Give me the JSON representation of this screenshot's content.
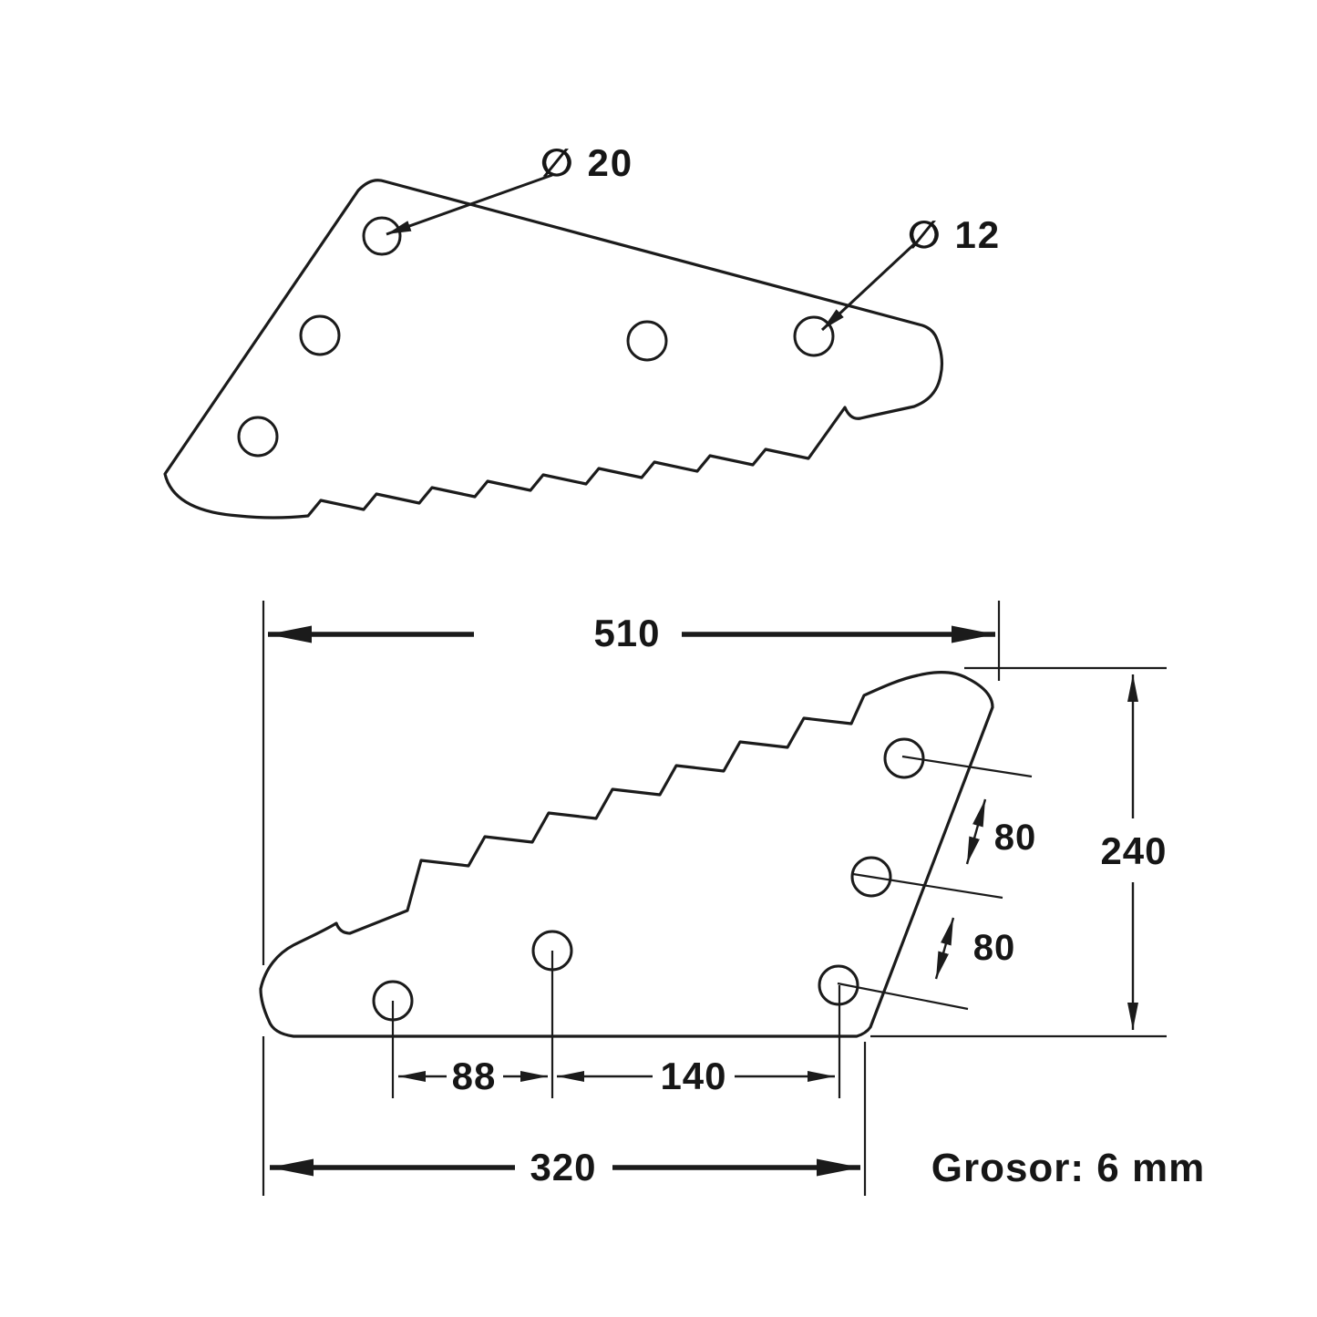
{
  "drawing": {
    "description": "Two-view technical drawing of a serrated feed-mixer blade",
    "colors": {
      "ink": "#1b1b1b",
      "background": "#ffffff"
    },
    "top_view": {
      "callouts": {
        "hole_large_diameter": "∅ 20",
        "hole_small_diameter": "∅ 12"
      }
    },
    "bottom_view": {
      "dimensions": {
        "total_width": "510",
        "total_height": "240",
        "edge_hole_pitch_upper": "80",
        "edge_hole_pitch_lower": "80",
        "base_hole_spacing_left": "88",
        "base_hole_spacing_right": "140",
        "base_width": "320"
      },
      "note_thickness": "Grosor: 6 mm"
    }
  }
}
